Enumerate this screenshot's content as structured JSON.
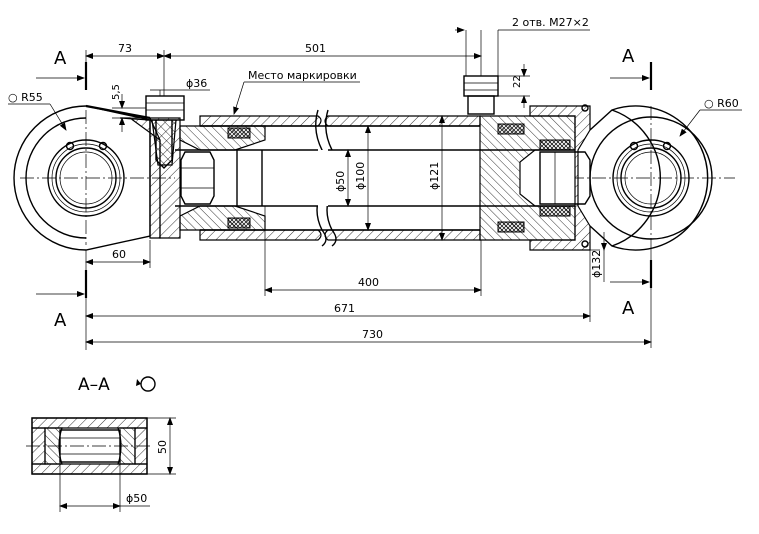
{
  "dimensions": {
    "d73": "73",
    "d501": "501",
    "holes": "2 отв. M27×2",
    "d55": "5,5",
    "d36": "ϕ36",
    "mark": "Место маркировки",
    "d22": "22",
    "r55": "○ R55",
    "r60": "○ R60",
    "phi50": "ϕ50",
    "phi100": "ϕ100",
    "phi121": "ϕ121",
    "phi132": "ϕ132",
    "d60": "60",
    "d400": "400",
    "d671": "671",
    "d730": "730"
  },
  "section": {
    "markA": "A",
    "title": "A–A",
    "d50": "50",
    "phi50": "ϕ50"
  }
}
